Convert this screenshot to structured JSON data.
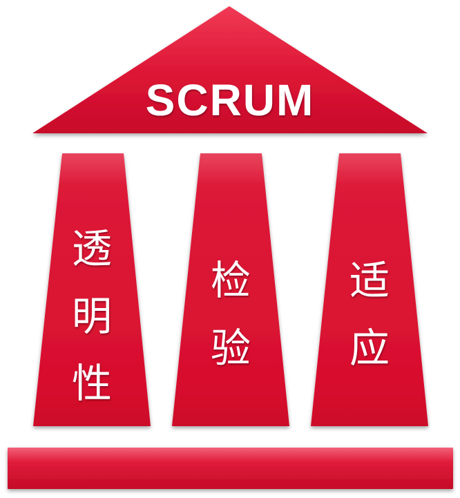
{
  "roof": {
    "title": "SCRUM"
  },
  "pillars": [
    {
      "chars": [
        "透",
        "明",
        "性"
      ]
    },
    {
      "chars": [
        "检",
        "验"
      ]
    },
    {
      "chars": [
        "适",
        "应"
      ]
    }
  ],
  "colors": {
    "primary_red": "#d90f2e",
    "highlight_red": "#f26179",
    "shadow_red": "#a50a22",
    "text": "#ffffff"
  }
}
